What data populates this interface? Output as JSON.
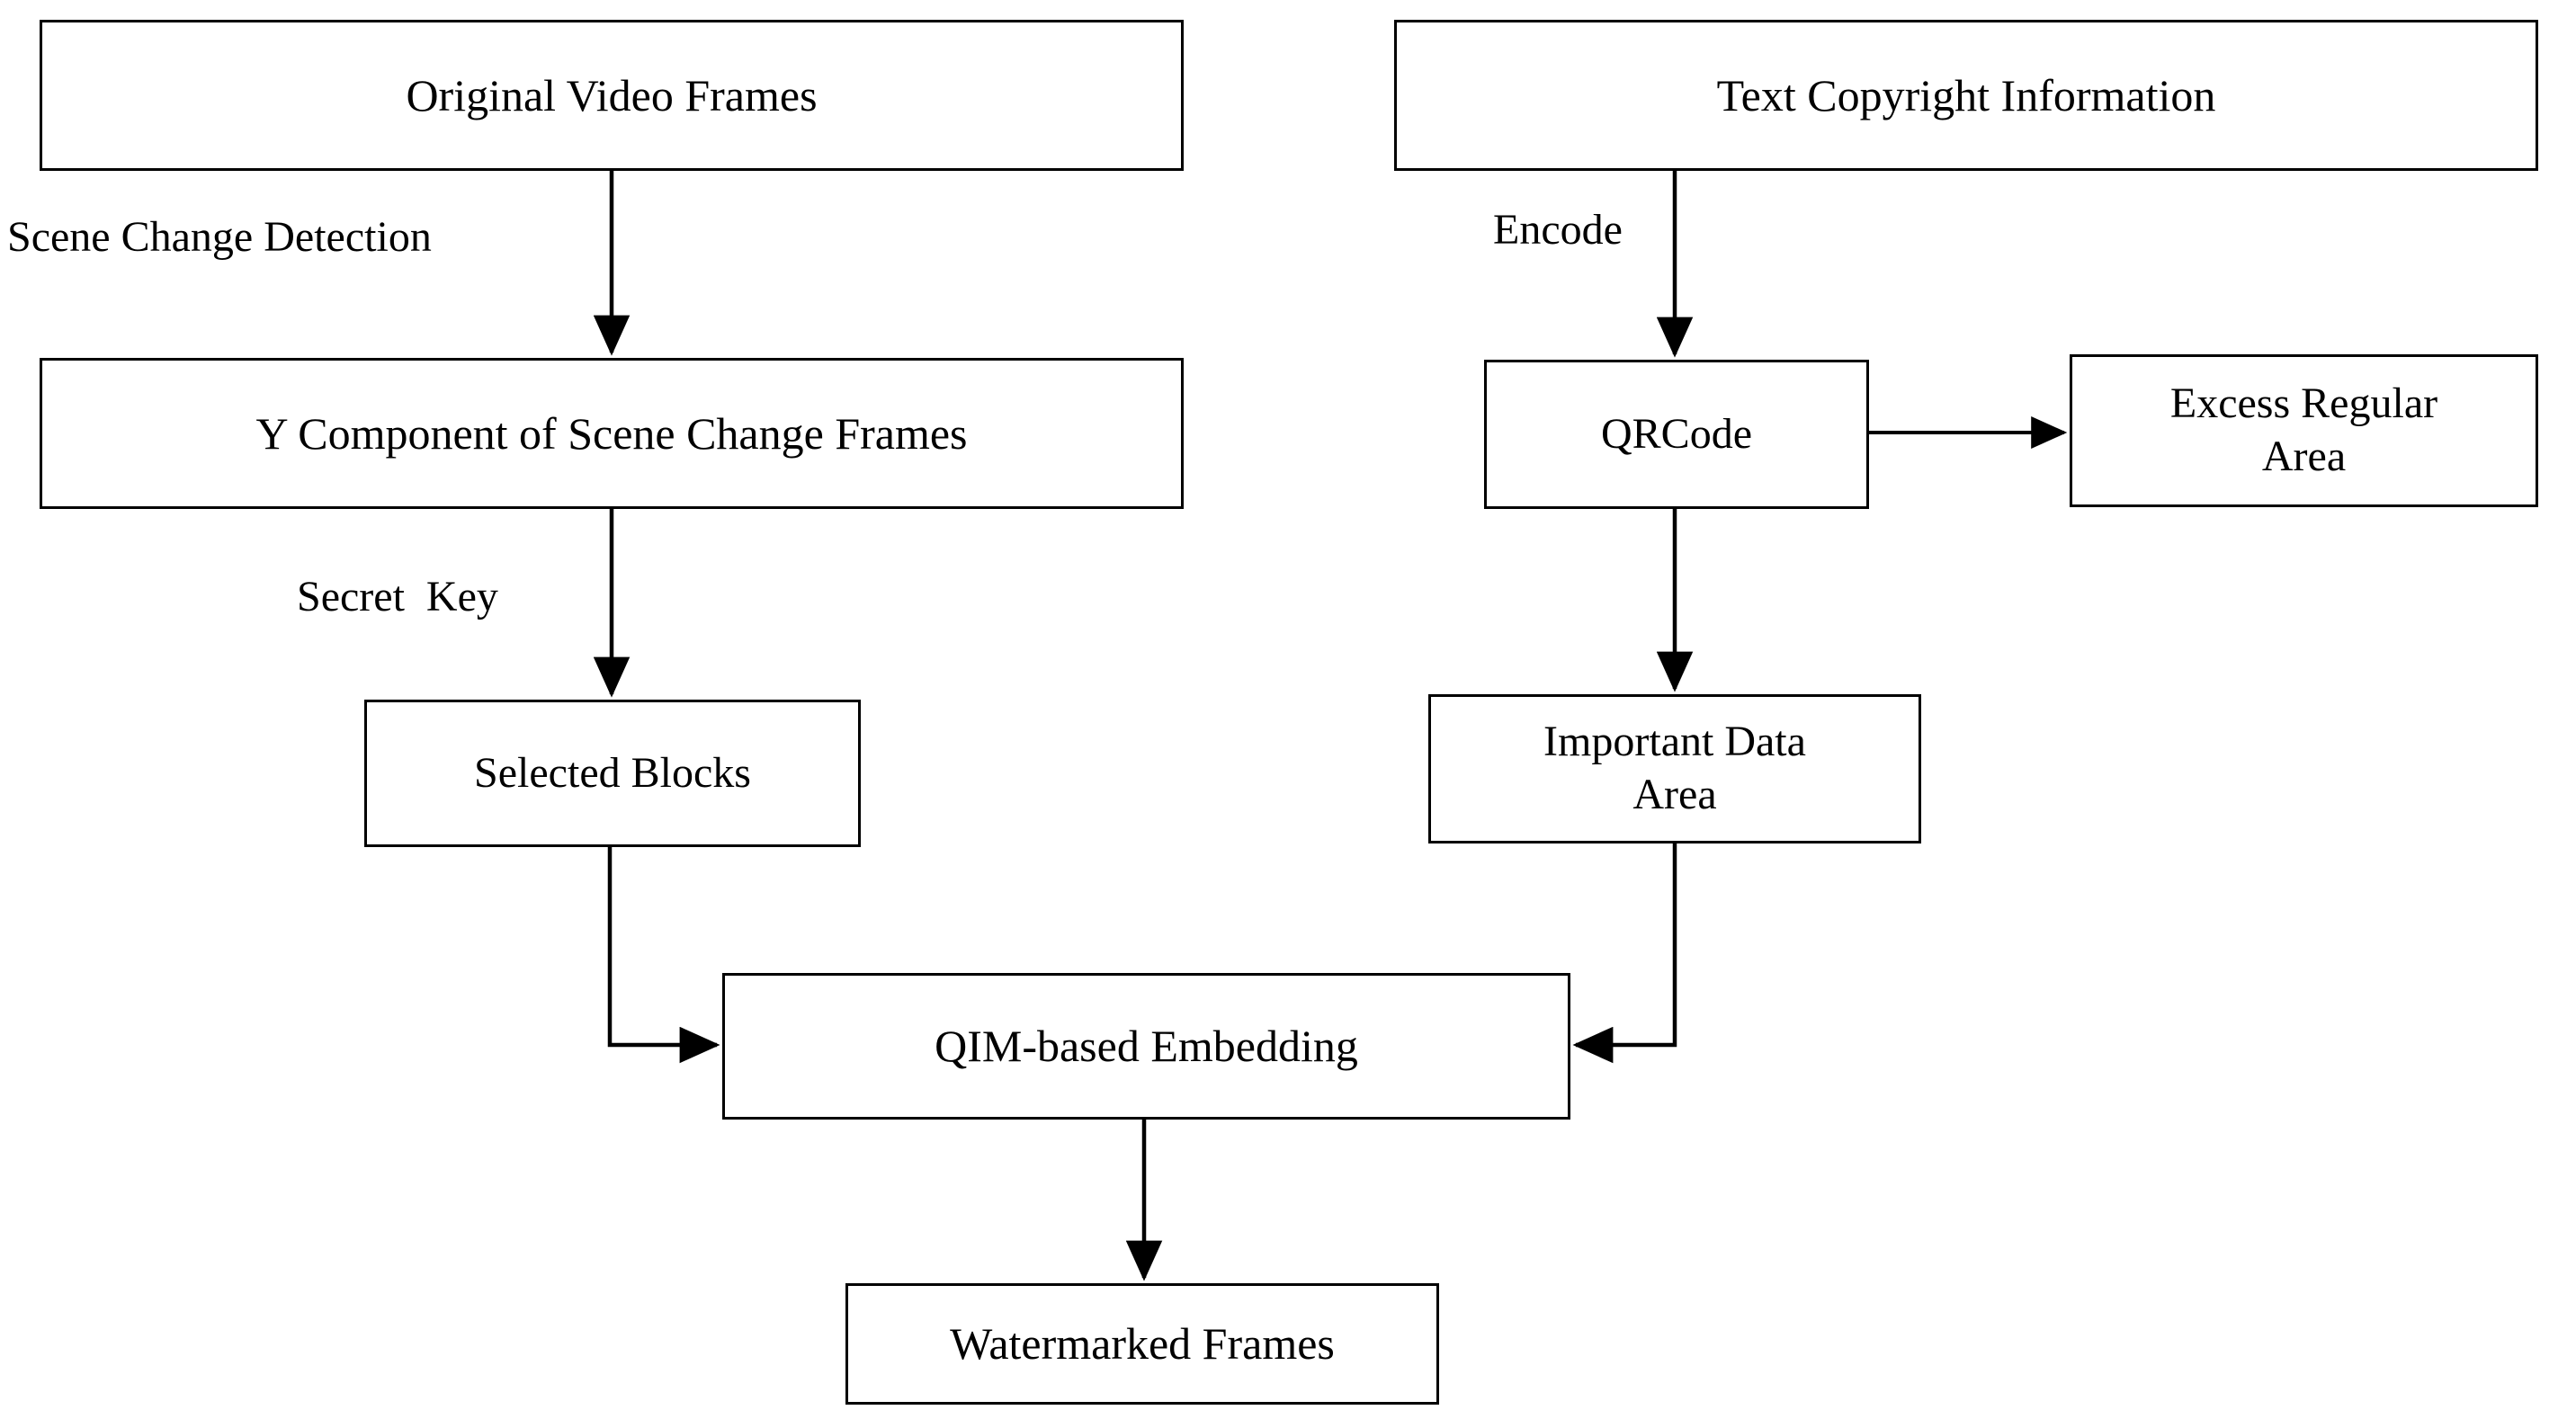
{
  "diagram": {
    "title": "QR-code based video watermark embedding flowchart",
    "stroke_color": "#000000",
    "fill_color": "#ffffff",
    "nodes": [
      {
        "id": "original-video-frames",
        "label": "Original Video Frames"
      },
      {
        "id": "text-copyright-info",
        "label": "Text  Copyright Information"
      },
      {
        "id": "y-component",
        "label": "Y Component of Scene Change Frames"
      },
      {
        "id": "qrcode",
        "label": "QRCode"
      },
      {
        "id": "excess-regular-area",
        "label": "Excess Regular\nArea"
      },
      {
        "id": "selected-blocks",
        "label": "Selected Blocks"
      },
      {
        "id": "important-data-area",
        "label": "Important Data\nArea"
      },
      {
        "id": "qim-embedding",
        "label": "QIM-based Embedding"
      },
      {
        "id": "watermarked-frames",
        "label": "Watermarked Frames"
      }
    ],
    "edge_labels": [
      {
        "id": "scene-change-detection",
        "label": "Scene Change Detection"
      },
      {
        "id": "secret-key",
        "label": "Secret  Key"
      },
      {
        "id": "encode",
        "label": "Encode"
      }
    ],
    "edges": [
      {
        "from": "original-video-frames",
        "to": "y-component",
        "label": "Scene Change Detection",
        "style": "straight-down"
      },
      {
        "from": "y-component",
        "to": "selected-blocks",
        "label": "Secret  Key",
        "style": "straight-down"
      },
      {
        "from": "selected-blocks",
        "to": "qim-embedding",
        "label": "",
        "style": "down-then-right"
      },
      {
        "from": "text-copyright-info",
        "to": "qrcode",
        "label": "Encode",
        "style": "straight-down"
      },
      {
        "from": "qrcode",
        "to": "excess-regular-area",
        "label": "",
        "style": "straight-right"
      },
      {
        "from": "qrcode",
        "to": "important-data-area",
        "label": "",
        "style": "straight-down"
      },
      {
        "from": "important-data-area",
        "to": "qim-embedding",
        "label": "",
        "style": "down-then-left"
      },
      {
        "from": "qim-embedding",
        "to": "watermarked-frames",
        "label": "",
        "style": "straight-down"
      }
    ]
  }
}
